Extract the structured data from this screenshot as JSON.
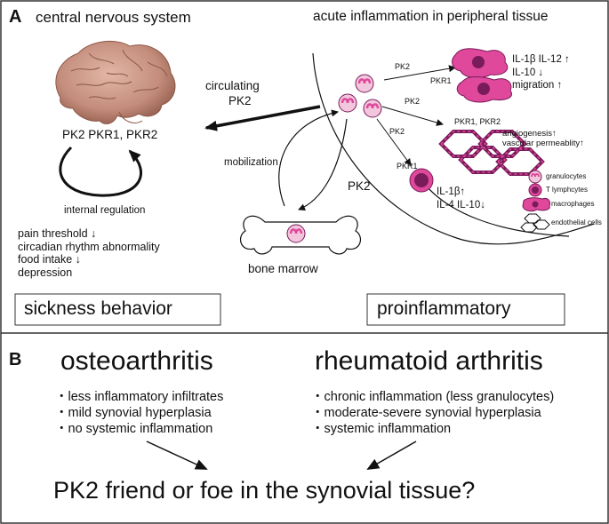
{
  "panel_a": {
    "letter": "A",
    "cns_title": "central nervous system",
    "peripheral_title": "acute inflammation in peripheral tissue",
    "circulating_label_line1": "circulating",
    "circulating_label_line2": "PK2",
    "brain_receptors": "PK2  PKR1, PKR2",
    "internal_regulation": "internal regulation",
    "symptoms": [
      "pain threshold ↓",
      "circadian rhythm abnormality",
      "food intake ↓",
      "depression"
    ],
    "mobilization": "mobilization",
    "pk2_center": "PK2",
    "bone_marrow": "bone marrow",
    "sickness_behavior": "sickness behavior",
    "proinflammatory": "proinflammatory",
    "pathways": {
      "macrophage": {
        "pk2": "PK2",
        "receptor": "PKR1",
        "effects": [
          "IL-1β IL-12 ↑",
          "IL-10 ↓",
          "migration ↑"
        ]
      },
      "endothelial": {
        "pk2": "PK2",
        "receptor": "PKR1, PKR2",
        "effects": [
          "angiogenesis↑",
          "vascular permeablity↑"
        ]
      },
      "t_cell": {
        "pk2": "PK2",
        "receptor": "PKR1",
        "effects": [
          "IL-1β↑",
          "IL-4 IL-10↓"
        ]
      }
    },
    "legend": [
      "granulocytes",
      "T lymphcytes",
      "macrophages",
      "endothelial cells"
    ]
  },
  "panel_b": {
    "letter": "B",
    "oa_title": "osteoarthritis",
    "oa_items": [
      "・less inflammatory infiltrates",
      "・mild synovial hyperplasia",
      "・no systemic inflammation"
    ],
    "ra_title": "rheumatoid arthritis",
    "ra_items": [
      "・chronic inflammation (less granulocytes)",
      "・moderate-severe synovial hyperplasia",
      "・systemic inflammation"
    ],
    "question": "PK2 friend or foe in the synovial tissue?"
  },
  "colors": {
    "cell_pink": "#e0489c",
    "cell_light": "#f2c6dc",
    "cell_dark": "#7a1b5a",
    "brain": "#c48d7c",
    "border": "#333333"
  }
}
